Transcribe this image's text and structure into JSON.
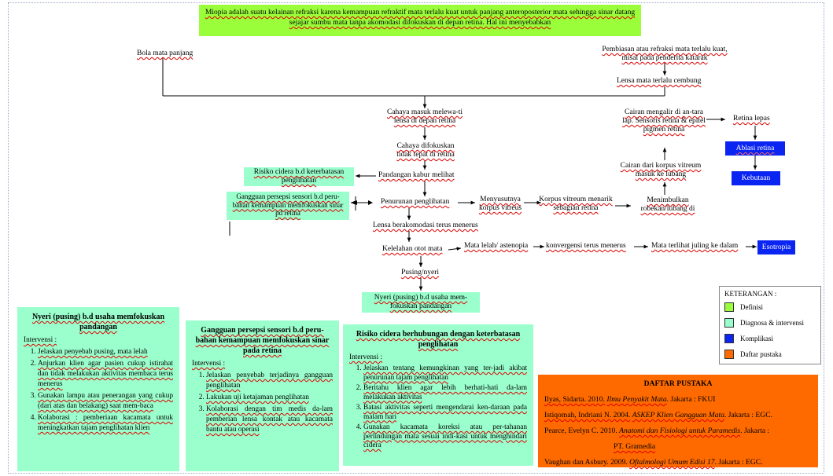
{
  "definition": "Miopia adalah suatu kelainan refraksi karena kemampuan refraktif mata terlalu kuat untuk panjang anteroposterior mata sehingga sinar datang sejajar sumbu mata tanpa akomodasi difokuskan di depan retina. Hal ini menyebabkan",
  "nodes": {
    "bola_mata": "Bola mata panjang",
    "pembiasan": "Pembiasan atau refraksi mata terlalu kuat, misal pada penderita katarak",
    "lensa_cembung": "Lensa mata terlalu cembung",
    "cahaya_masuk": "Cahaya masuk melewa-ti lensa di depan retina",
    "cahaya_fokus": "Cahaya difokuskan tidak tepat di retina",
    "pandangan_kabur": "Pandangan kabur melihat",
    "penurunan": "Penurunan penglihatan",
    "menyusutnya": "Menyusutnya korpus vitreus",
    "korpus_vitreum": "Korpus vitreum menarik sebagian retina",
    "menimbulkan": "Menimbulkan robekan/lubang di",
    "cairan_korpus": "Cairan dari korpus vitreum masuk ke lubang",
    "cairan_mengalir": "Cairan mengalir di an-tara lap. Sensoris retina & epitel pigmen retina",
    "retina_lepas": "Retina lepas",
    "lensa_akomodasi": "Lensa berakomodasi terus menerus",
    "kelelahan": "Kelelahan otot mata",
    "astenopia": "Mata lelah/ astenopia",
    "konvergensi": "konvergensi terus menerus",
    "juling": "Mata terlihat juling ke dalam",
    "pusing": "Pusing/nyeri"
  },
  "diagnoses": {
    "risiko_small": "Risiko cidera b.d keterbatasan penglihatan",
    "gangguan_small": "Gangguan persepsi sensori b.d peru-bahan kemampuan memfokuskan sinar pd retina",
    "nyeri_small": "Nyeri (pusing) b.d usaha mem-fokuskan pandangan"
  },
  "complications": {
    "ablasi": "Ablasi retina",
    "kebutaan": "Kebutaan",
    "esotropia": "Esotropia"
  },
  "panels": {
    "nyeri": {
      "title": "Nyeri (pusing) b.d usaha memfokuskan pandangan",
      "sub": "Intervensi :",
      "items": [
        "Jelaskan penyebab pusing, mata lelah",
        "Anjurkan klien agar pasien cukup istirahat dan tidak melakukan aktivitas membaca terus menerus",
        "Gunakan lampu atau penerangan yang cukup (dari atas dan belakang) saat mem-baca",
        "Kolaborasi : pemberiaan kacamata untuk meningkatkan tajam penglihatan klien"
      ]
    },
    "gangguan": {
      "title": "Gangguan persepsi sensori b.d peru-bahan kemampuan memfokuskan sinar pada retina",
      "sub": "Intervensi :",
      "items": [
        "Jelaskan penyebab terjadinya gangguan penglihatan",
        "Lakukan uji ketajaman penglihatan",
        "Kolaborasi dengan tim medis da-lam pemberian lensa kontak atau kacamata bantu atau operasi"
      ]
    },
    "risiko": {
      "title": "Risiko cidera berhubungan dengan keterbatasan penglihatan",
      "sub": "Intervensi :",
      "items": [
        "Jelaskan tentang kemungkinan yang ter-jadi akibat penurunan tajam penglihatan",
        "Beritahu klien agar lebih berhati-hati da-lam melakukan aktivitas",
        "Batasi aktivitas seperti mengendarai ken-daraan pada malam hari",
        "Gunakan kacamata koreksi atau per-tahanan perlindungan mata sesuai indi-kasi untuk menghindari cidera"
      ]
    }
  },
  "legend": {
    "title": "KETERANGAN :",
    "items": [
      {
        "label": "Definisi",
        "color": "#9aff3a"
      },
      {
        "label": "Diagnosa & intervensi",
        "color": "#9affcc"
      },
      {
        "label": "Komplikasi",
        "color": "#0a24f2"
      },
      {
        "label": "Daftar pustaka",
        "color": "#ff6a00"
      }
    ]
  },
  "references": {
    "title": "DAFTAR PUSTAKA",
    "r1_pre": "Ilyas, Sidarta. 2010.",
    "r1_ital": "Ilmu Penyakit Mata",
    "r1_post": ". Jakarta : FKUI",
    "r2_pre": "Istiqomah, Indriani N. 2004.",
    "r2_ital": "ASKEP Klien Gangguan Mata",
    "r2_post": ". Jakarta : EGC.",
    "r3_pre": "Pearce, Evelyn C. 2010.",
    "r3_ital": "Anatomi dan Fisiologi untuk Paramedis",
    "r3_post": ". Jakarta :",
    "r3_cont": "PT. Gramedia",
    "r4_pre": "Vaughan dan Asbury. 2009.",
    "r4_ital": "Oftalmologi Umum Edisi 17",
    "r4_post": ". Jakarta :  EGC."
  }
}
